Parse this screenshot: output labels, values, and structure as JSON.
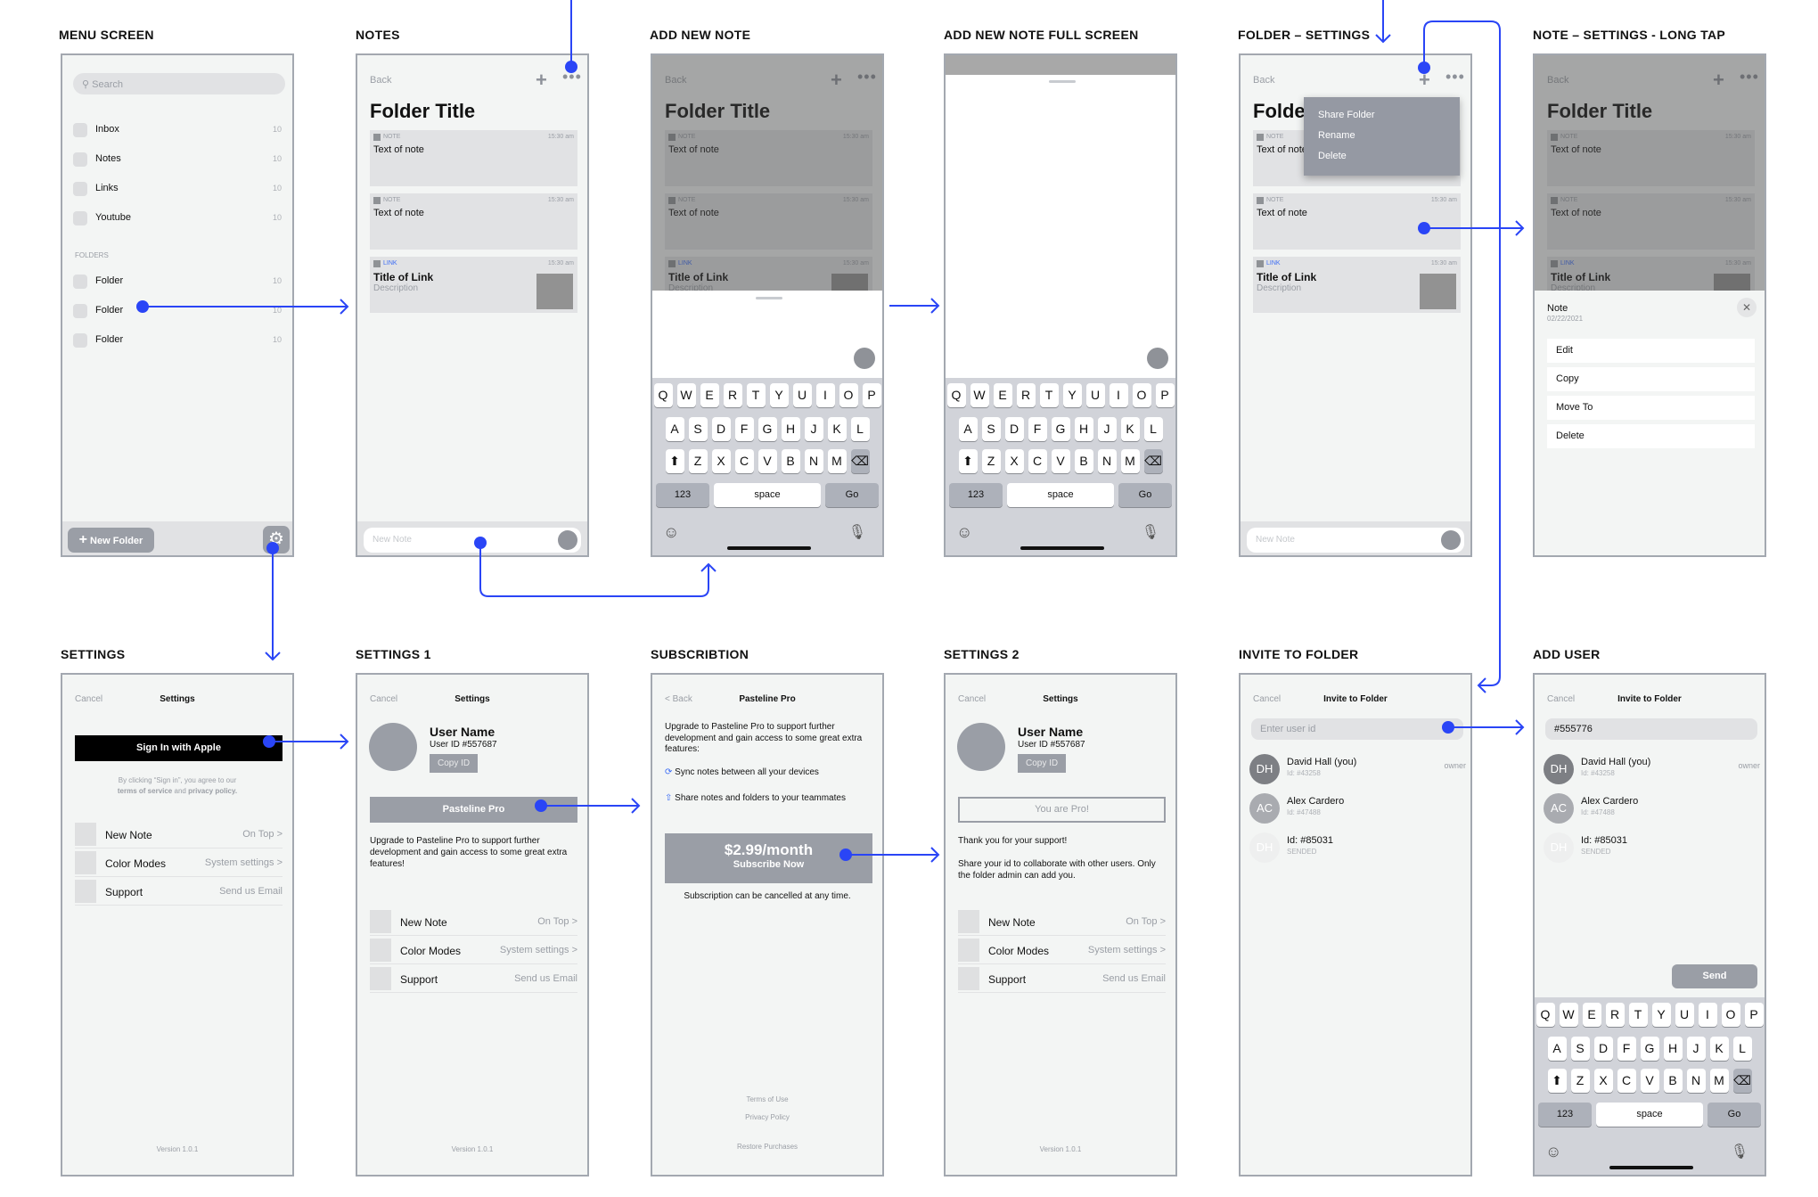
{
  "screen_titles": [
    "MENU SCREEN",
    "NOTES",
    "ADD NEW NOTE",
    "ADD NEW NOTE FULL SCREEN",
    "FOLDER – SETTINGS",
    "NOTE – SETTINGS - LONG TAP",
    "SETTINGS",
    "SETTINGS 1",
    "SUBSCRIBTION",
    "SETTINGS 2",
    "INVITE TO FOLDER",
    "ADD USER"
  ],
  "colors": {
    "connector": "#2a45f6",
    "button_gray": "#9a9ea6",
    "card": "#e1e2e4",
    "background": "#f3f5f4"
  },
  "menu": {
    "search_placeholder": "Search",
    "items": [
      {
        "label": "Inbox",
        "count": "10"
      },
      {
        "label": "Notes",
        "count": "10"
      },
      {
        "label": "Links",
        "count": "10"
      },
      {
        "label": "Youtube",
        "count": "10"
      }
    ],
    "folders_header": "FOLDERS",
    "folders": [
      {
        "label": "Folder",
        "count": "10"
      },
      {
        "label": "Folder",
        "count": "10"
      },
      {
        "label": "Folder",
        "count": "10"
      }
    ],
    "new_folder": "New Folder",
    "icons": {
      "search": "search-icon",
      "settings": "gear-icon",
      "add": "plus-icon"
    }
  },
  "folder": {
    "back": "Back",
    "title": "Folder Title",
    "new_note_placeholder": "New Note",
    "cards": [
      {
        "type": "NOTE",
        "time": "15:30 am",
        "text": "Text of note"
      },
      {
        "type": "NOTE",
        "time": "15:30 am",
        "text": "Text of note"
      },
      {
        "type": "LINK",
        "time": "15:30 am",
        "title": "Title of Link",
        "desc": "Description"
      }
    ]
  },
  "folder_menu": [
    "Share Folder",
    "Rename",
    "Delete"
  ],
  "note_sheet": {
    "title": "Note",
    "date": "02/22/2021",
    "options": [
      "Edit",
      "Copy",
      "Move To",
      "Delete"
    ]
  },
  "keyboard": {
    "rows": [
      [
        "Q",
        "W",
        "E",
        "R",
        "T",
        "Y",
        "U",
        "I",
        "O",
        "P"
      ],
      [
        "A",
        "S",
        "D",
        "F",
        "G",
        "H",
        "J",
        "K",
        "L"
      ],
      [
        "Z",
        "X",
        "C",
        "V",
        "B",
        "N",
        "M"
      ]
    ],
    "num": "123",
    "space": "space",
    "go": "Go"
  },
  "settings": {
    "cancel": "Cancel",
    "title": "Settings",
    "sign_in": "Sign In with Apple",
    "disclaimer_1": "By clicking “Sign in”, you agree to our",
    "terms": "terms of service",
    "and": "and",
    "privacy": "privacy policy.",
    "rows": [
      {
        "label": "New Note",
        "value": "On Top >"
      },
      {
        "label": "Color Modes",
        "value": "System settings >"
      },
      {
        "label": "Support",
        "value": "Send us Email"
      }
    ],
    "version": "Version 1.0.1",
    "user_name": "User Name",
    "user_id": "User ID #557687",
    "copy_id": "Copy ID",
    "pro_button": "Pasteline Pro",
    "upgrade_text": "Upgrade to Pasteline Pro to support further development and gain access to some great extra features!",
    "you_are_pro": "You are Pro!",
    "thanks": "Thank you for your support!",
    "share_text": "Share your id to collaborate with other users. Only the folder admin can add you."
  },
  "subscription": {
    "back": "< Back",
    "title": "Pasteline Pro",
    "intro": "Upgrade to Pasteline Pro to support further development and gain access to some great extra features:",
    "features": [
      "Sync notes between all your devices",
      "Share notes and folders to your teammates"
    ],
    "price": "$2.99/month",
    "subscribe": "Subscribe Now",
    "cancel_note": "Subscription can be cancelled at any time.",
    "terms": "Terms of Use",
    "privacy": "Privacy Policy",
    "restore": "Restore Purchases"
  },
  "invite": {
    "cancel": "Cancel",
    "title": "Invite to Folder",
    "placeholder": "Enter user id",
    "value": "#555776",
    "send": "Send",
    "users": [
      {
        "initials": "DH",
        "name": "David Hall (you)",
        "id": "Id: #43258",
        "role": "owner",
        "color": "#7d7f84"
      },
      {
        "initials": "AC",
        "name": "Alex Cardero",
        "id": "Id: #47488",
        "role": "",
        "color": "#a9abb0"
      },
      {
        "initials": "DH",
        "name": "Id: #85031",
        "id": "SENDED",
        "role": "",
        "color": "#eeefef"
      }
    ]
  }
}
